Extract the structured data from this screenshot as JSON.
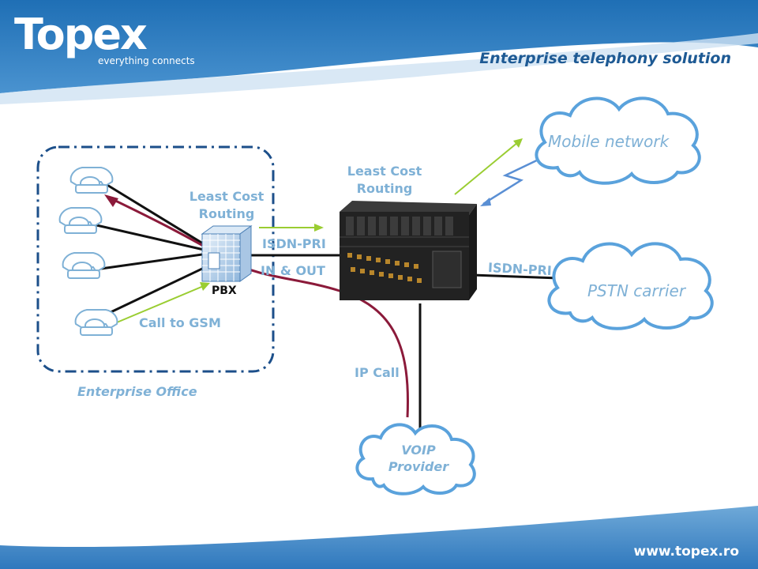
{
  "header": {
    "brand": "Topex",
    "tagline": "everything connects",
    "title": "Enterprise telephony solution"
  },
  "footer": {
    "url": "www.topex.ro"
  },
  "diagram": {
    "enterprise_office_label": "Enterprise Office",
    "pbx_label": "PBX",
    "lcr_left": [
      "Least Cost",
      "Routing"
    ],
    "lcr_right": [
      "Least Cost",
      "Routing"
    ],
    "isdn_pri_left": "ISDN-PRI",
    "in_out": "IN & OUT",
    "call_to_gsm": "Call to GSM",
    "ip_call": "IP Call",
    "isdn_pri_right": "ISDN-PRI",
    "mobile_network": "Mobile network",
    "pstn_carrier": "PSTN carrier",
    "voip_provider": [
      "VOIP",
      "Provider"
    ]
  },
  "colors": {
    "header_blue": "#2f7fc1",
    "label_blue": "#7fb1d6",
    "title_blue": "#1e5a94",
    "arrow_green": "#9acd32",
    "call_maroon": "#8b1a3a",
    "office_border": "#1c4f8a"
  }
}
